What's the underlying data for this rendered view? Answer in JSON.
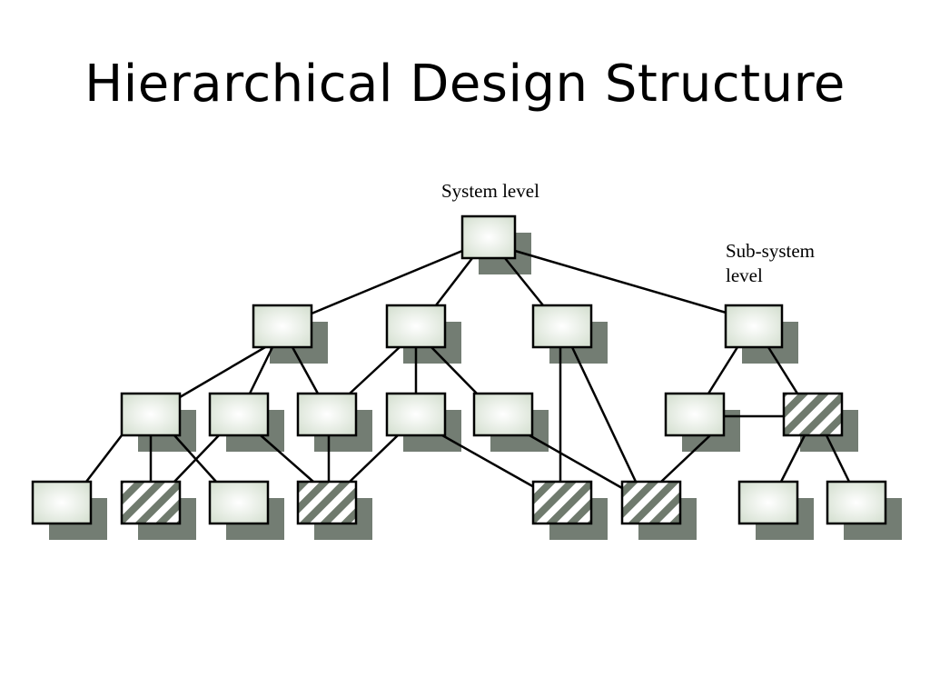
{
  "title": "Hierarchical Design Structure",
  "labels": {
    "system_level": "System level",
    "subsystem_level": "Sub-system\nlevel"
  },
  "colors": {
    "shadow": "#737d73",
    "box_fill_center": "#ffffff",
    "box_fill_edge": "#d8e2d4",
    "hatch": "#6f7a6d",
    "border": "#000000"
  }
}
